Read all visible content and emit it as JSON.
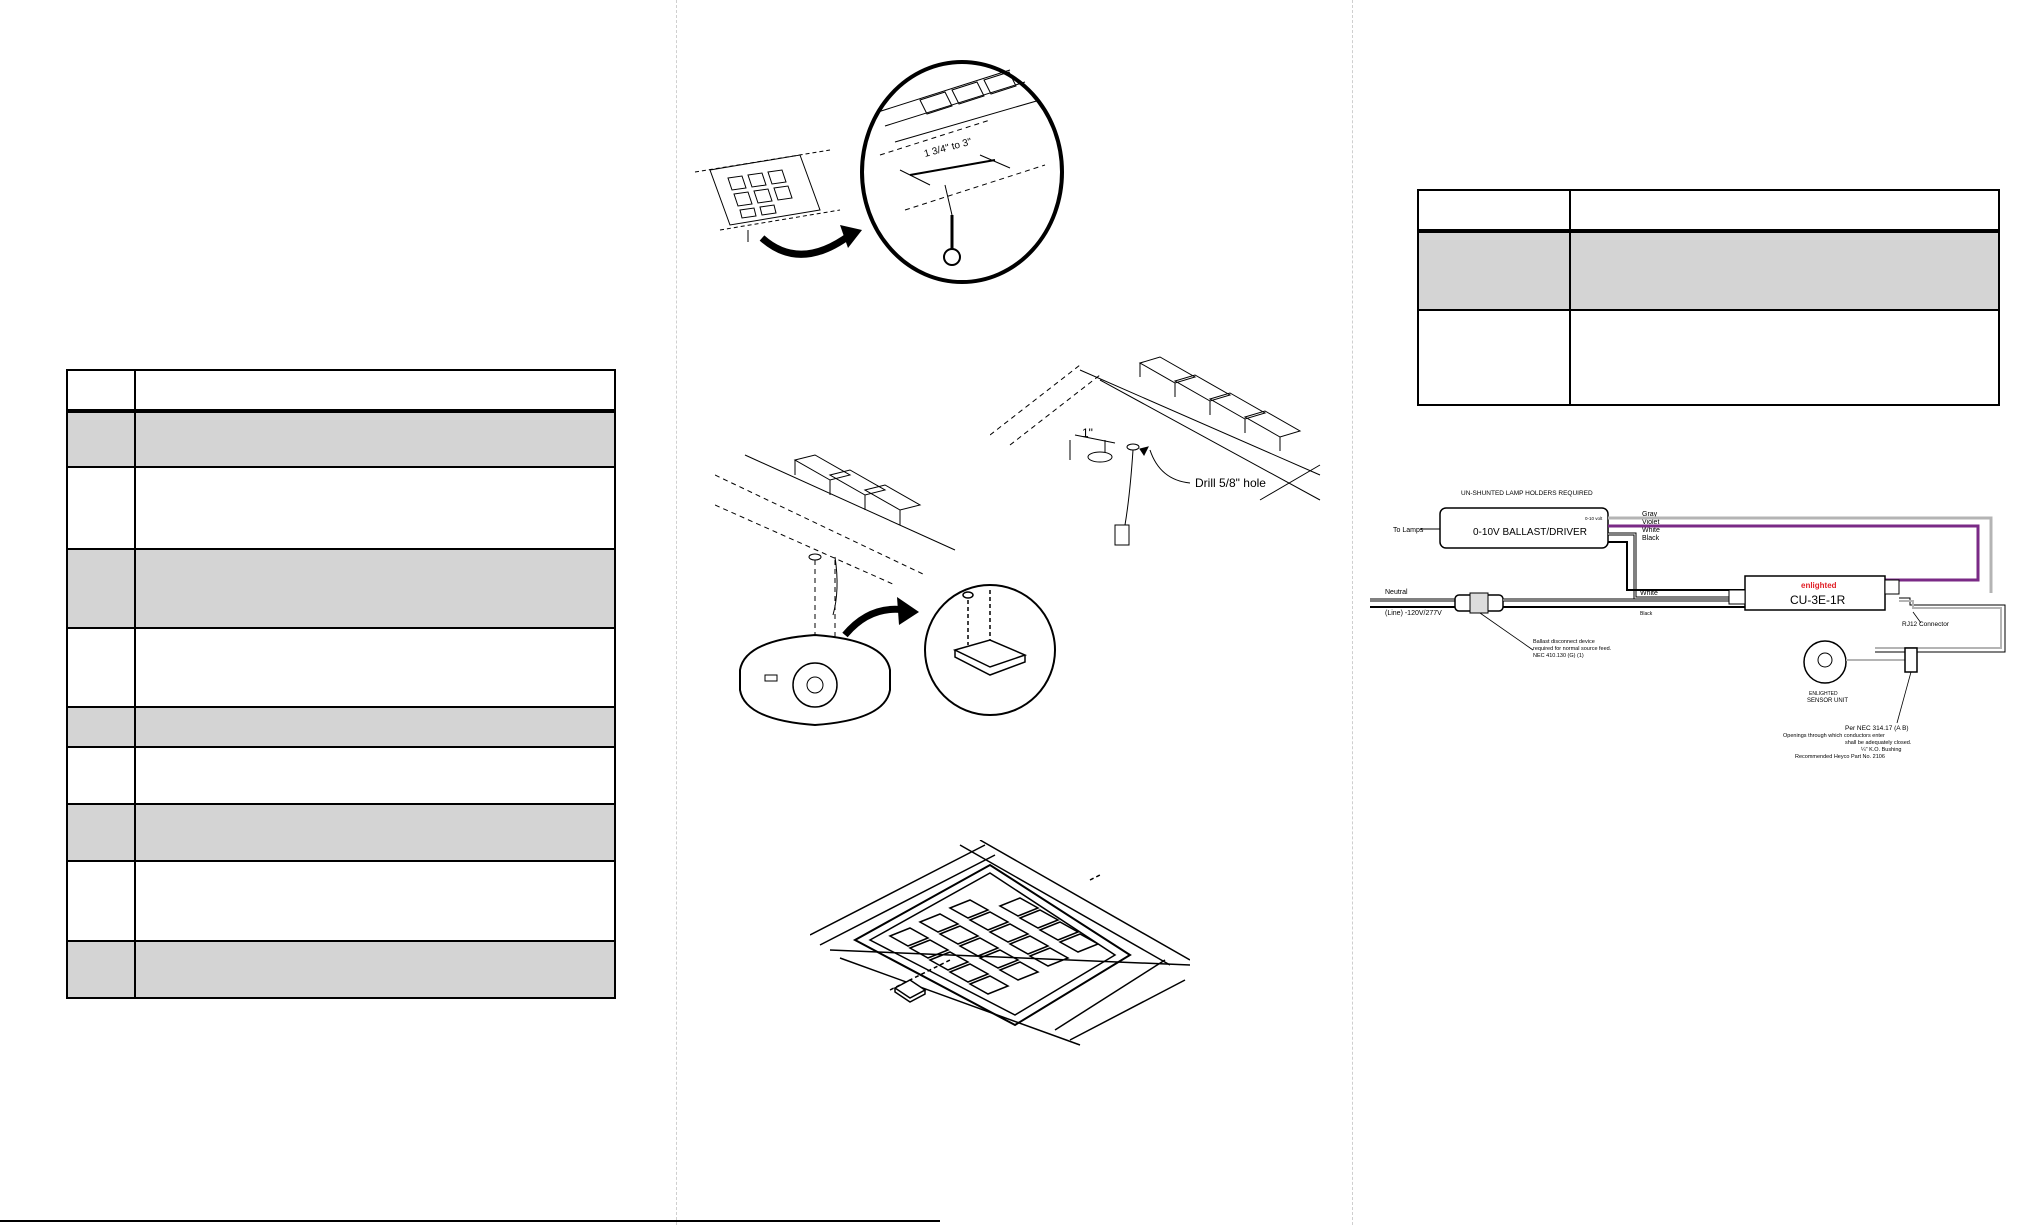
{
  "steps_table": {
    "rows": [
      {
        "shaded": false
      },
      {
        "shaded": true
      },
      {
        "shaded": false
      },
      {
        "shaded": true
      },
      {
        "shaded": false
      },
      {
        "shaded": true
      },
      {
        "shaded": false
      },
      {
        "shaded": true
      },
      {
        "shaded": false
      },
      {
        "shaded": true
      }
    ]
  },
  "spec_table": {
    "rows": [
      {
        "shaded": false
      },
      {
        "shaded": true
      },
      {
        "shaded": false
      }
    ]
  },
  "figure_ceiling_zoom": {
    "dimension_label": "1 3/4\" to 3\""
  },
  "figure_drill": {
    "offset_label": "1\"",
    "drill_label": "Drill 5/8\" hole"
  },
  "wiring": {
    "header_note": "UN-SHUNTED LAMP HOLDERS REQUIRED",
    "to_lamps": "To Lamps",
    "ballast_label": "0-10V BALLAST/DRIVER",
    "ballast_small": "0-10 volt",
    "wire_gray": "Gray",
    "wire_violet": "Violet",
    "wire_white": "White",
    "wire_black": "Black",
    "neutral_label": "Neutral",
    "line_label": "(Line) -120V/277V",
    "white_label": "White",
    "black_label": "Black",
    "brand": "enlighted",
    "control_unit": "CU-3E-1R",
    "rj12": "RJ12 Connector",
    "disconnect_line1": "Ballast disconnect device",
    "disconnect_line2": "required for normal source feed.",
    "disconnect_line3": "NEC 410.130 (G) (1)",
    "sensor_line1": "ENLIGHTED",
    "sensor_line2": "SENSOR UNIT",
    "nec_line1": "Per NEC 314.17 (A B)",
    "nec_line2": "Openings through which conductors enter",
    "nec_line3": "shall be adequately closed.",
    "nec_line4": "¼\" K.O. Bushing",
    "nec_line5": "Recommended Heyco Part No. 2106",
    "color_violet": "#7a2a86",
    "color_gray": "#b4b4b4",
    "color_red": "#e01f26"
  }
}
